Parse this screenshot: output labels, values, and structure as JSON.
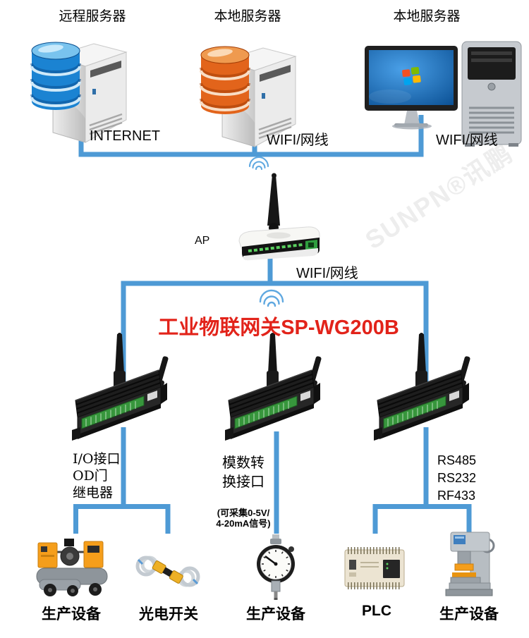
{
  "colors": {
    "line_blue": "#4e9ad5",
    "wifi_blue": "#5fa8e0",
    "title_red": "#e2231a"
  },
  "watermark": "SUNPN®讯鹏",
  "top_nodes": [
    {
      "label": "远程服务器",
      "link_label": "INTERNET",
      "icon": "database-server-icon"
    },
    {
      "label": "本地服务器",
      "link_label": "WIFI/网线",
      "icon": "database-server-icon"
    },
    {
      "label": "本地服务器",
      "link_label": "WIFI/网线",
      "icon": "desktop-computer-icon"
    }
  ],
  "ap": {
    "label": "AP",
    "link_label": "WIFI/网线",
    "icon": "wireless-router-icon"
  },
  "gateway_title": "工业物联网关SP-WG200B",
  "gateways": [
    {
      "icon": "iot-gateway-icon",
      "lines": [
        "I/O接口",
        "OD门",
        "继电器"
      ]
    },
    {
      "icon": "iot-gateway-icon",
      "lines": [
        "模数转",
        "换接口"
      ],
      "note": [
        "(可采集0-5V/",
        "4-20mA信号)"
      ]
    },
    {
      "icon": "iot-gateway-icon",
      "lines": [
        "RS485",
        "RS232",
        "RF433"
      ]
    }
  ],
  "bottom_nodes": [
    {
      "label": "生产设备",
      "icon": "air-compressor-icon"
    },
    {
      "label": "光电开关",
      "icon": "photoelectric-switch-icon"
    },
    {
      "label": "生产设备",
      "icon": "dial-gauge-icon"
    },
    {
      "label": "PLC",
      "icon": "plc-icon"
    },
    {
      "label": "生产设备",
      "icon": "punch-press-icon"
    }
  ]
}
